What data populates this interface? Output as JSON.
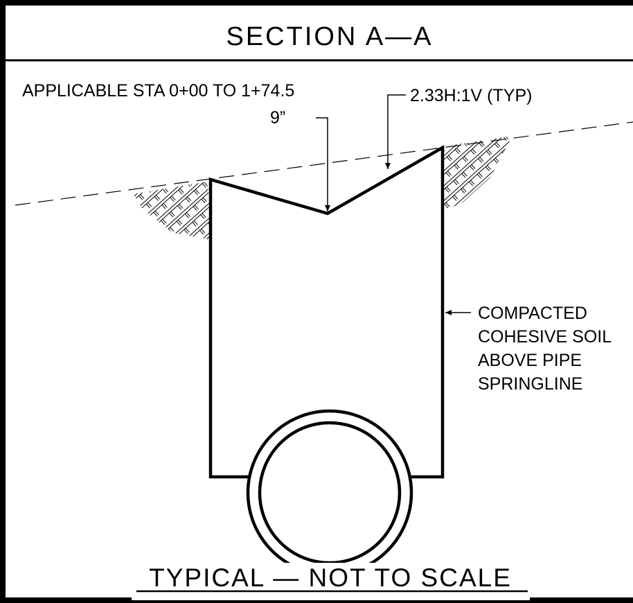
{
  "section": {
    "title": "SECTION A—A",
    "applicable_note": "APPLICABLE STA 0+00 TO 1+74.5"
  },
  "callouts": {
    "slope": "2.33H:1V (TYP)",
    "depth": "9”",
    "backfill": [
      "COMPACTED",
      "COHESIVE SOIL",
      "ABOVE PIPE",
      "SPRINGLINE"
    ]
  },
  "footer": {
    "note": "TYPICAL — NOT TO SCALE"
  }
}
